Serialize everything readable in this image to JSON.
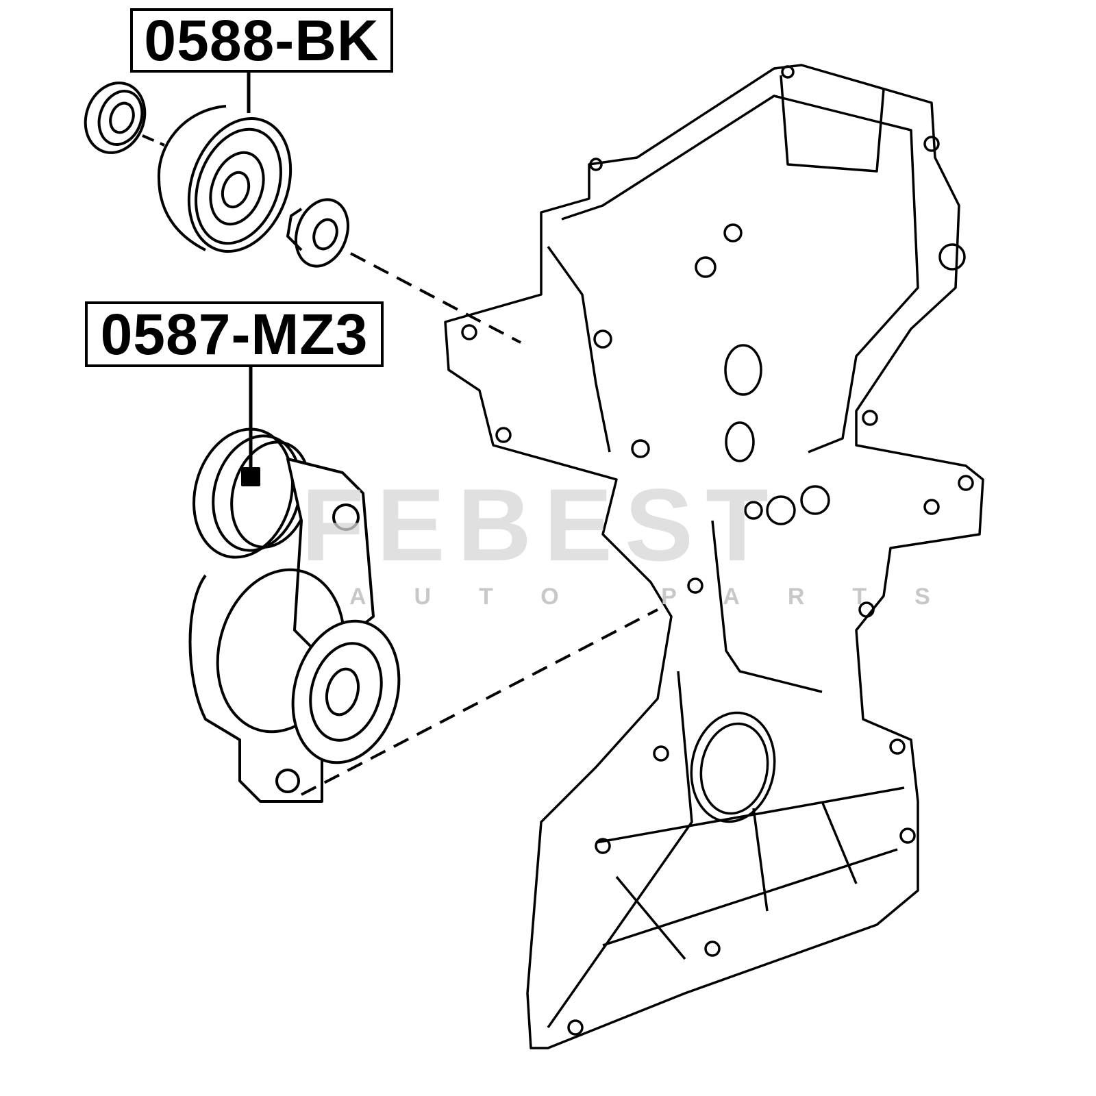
{
  "labels": {
    "idler_pulley": "0588-BK",
    "belt_tensioner": "0587-MZ3"
  },
  "watermark": {
    "brand": "FEBEST",
    "tagline": "AUTO PARTS"
  },
  "colors": {
    "line": "#000000",
    "watermark": "#d6d6d6"
  }
}
